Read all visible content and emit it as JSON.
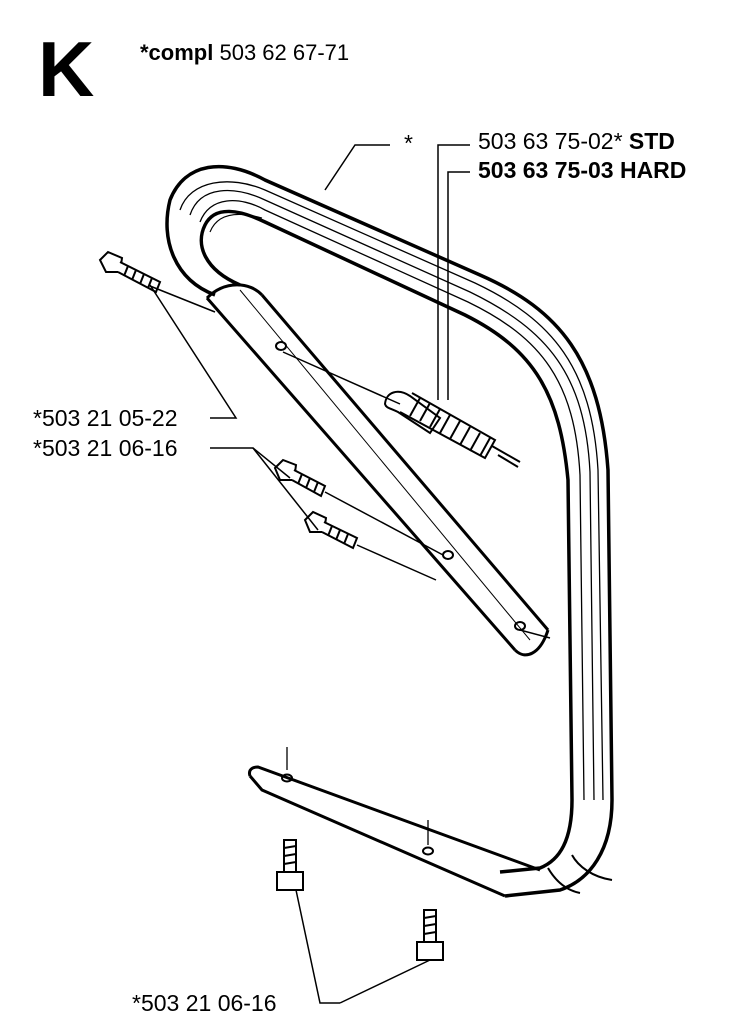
{
  "section": {
    "letter": "K",
    "compl_prefix": "*compl",
    "compl_number": "503 62 67-71"
  },
  "callouts": {
    "asterisk": "*",
    "handle_std_number": "503 63 75-02*",
    "handle_std_suffix": "STD",
    "handle_hard": "503 63 75-03 HARD",
    "screw_a": "*503 21 05-22",
    "screw_b": "*503 21 06-16",
    "screw_c": "*503 21 06-16"
  }
}
